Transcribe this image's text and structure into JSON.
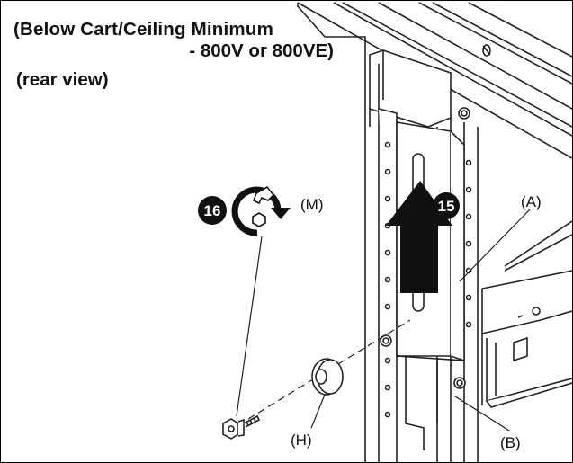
{
  "title": {
    "line1": "(Below Cart/Ceiling Minimum",
    "line2": "- 800V or 800VE)",
    "view": "(rear view)"
  },
  "steps": [
    {
      "number": "15",
      "icon": "up-arrow-icon"
    },
    {
      "number": "16",
      "icon": "clockwise-rotate-wrench-icon"
    }
  ],
  "callouts": {
    "a": "(A)",
    "b": "(B)",
    "h": "(H)",
    "m": "(M)"
  }
}
